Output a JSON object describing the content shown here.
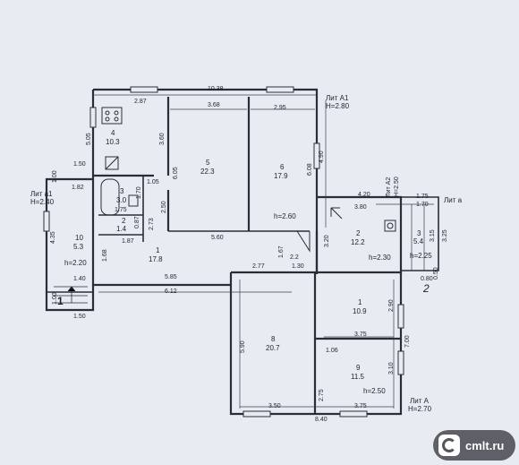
{
  "blocks": {
    "a1_label": "Лит А1",
    "a1_height": "H=2.80",
    "a1s_label": "Лит а1",
    "a1s_height": "H=2.40",
    "a2_label": "Лит А2",
    "a2_height": "H=2.50",
    "a_small_label": "Лит а",
    "A_label": "Лит А",
    "A_height": "H=2.70"
  },
  "rooms": [
    {
      "num": "4",
      "area": "10.3"
    },
    {
      "num": "5",
      "area": "22.3"
    },
    {
      "num": "6",
      "area": "17.9"
    },
    {
      "num": "3",
      "area": "3.0"
    },
    {
      "num": "2",
      "area": "1.4"
    },
    {
      "num": "10",
      "area": "5.3"
    },
    {
      "num": "1",
      "area": "17.8"
    },
    {
      "num": "2",
      "area": "12.2"
    },
    {
      "num": "3",
      "area": "5.4"
    },
    {
      "num": "1",
      "area": "10.9"
    },
    {
      "num": "8",
      "area": "20.7"
    },
    {
      "num": "9",
      "area": "11.5"
    }
  ],
  "heights": {
    "h260": "h=2.60",
    "h220": "h=2.20",
    "h230": "h=2.30",
    "h225": "h=2.25",
    "h250": "h=2.50"
  },
  "dims": {
    "d1038": "10.38",
    "d287": "2.87",
    "d368": "3.68",
    "d295": "2.95",
    "d505": "5.05",
    "d360": "3.60",
    "d605": "6.05",
    "d608": "6.08",
    "d490": "4.90",
    "d150a": "1.50",
    "d100a": "1.00",
    "d182": "1.82",
    "d105": "1.05",
    "d170": "1.70",
    "d175": "1.75",
    "d273": "2.73",
    "d250": "2.50",
    "d435": "4.35",
    "d087": "0.87",
    "d187": "1.87",
    "d560": "5.60",
    "d167": "1.67",
    "d22": "2.2",
    "d320": "3.20",
    "d168": "1.68",
    "d140": "1.40",
    "d585": "5.85",
    "d612": "6.12",
    "d100b": "1.00",
    "d150b": "1.50",
    "d420": "4.20",
    "d380": "3.80",
    "d175b": "1.75",
    "d170b": "1.70",
    "d315": "3.15",
    "d325": "3.25",
    "d080": "0.80",
    "d050": "0.50",
    "d277": "2.77",
    "d130": "1.30",
    "d290": "2.90",
    "d375a": "3.75",
    "d590": "5.90",
    "d700": "7.00",
    "d106": "1.06",
    "d310": "3.10",
    "d350": "3.50",
    "d840": "8.40",
    "d375b": "3.75",
    "d275": "2.75"
  },
  "markers": {
    "m1": "1",
    "m2": "2"
  },
  "watermark": {
    "text": "cmlt.ru"
  }
}
